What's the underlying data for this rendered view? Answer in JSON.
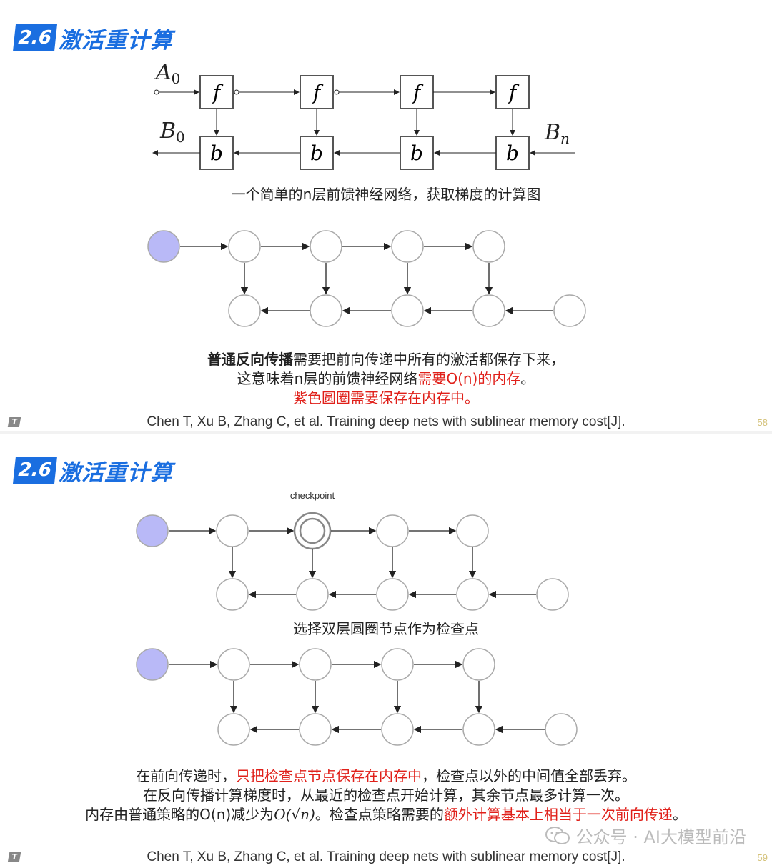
{
  "slide1": {
    "title_num": "2.6",
    "title_text": "激活重计算",
    "diagram_labels": {
      "a0": "A",
      "a0_sub": "0",
      "b0": "B",
      "b0_sub": "0",
      "bn": "B",
      "bn_sub": "n",
      "f": "f",
      "b": "b"
    },
    "caption": "一个简单的n层前馈神经网络，获取梯度的计算图",
    "line1_bold": "普通反向传播",
    "line1_rest": "需要把前向传递中所有的激活都保存下来，",
    "line2_plain": "这意味着n层的前馈神经网络",
    "line2_red": "需要O(n)的内存",
    "line2_end": "。",
    "line3_red": "紫色圆圈需要保存在内存中。",
    "citation": "Chen T, Xu B, Zhang C, et al. Training deep nets with sublinear memory cost[J].",
    "page": "58"
  },
  "slide2": {
    "title_num": "2.6",
    "title_text": "激活重计算",
    "checkpoint_label": "checkpoint",
    "caption": "选择双层圆圈节点作为检查点",
    "line1_a": "在前向传递时，",
    "line1_red": "只把检查点节点保存在内存中",
    "line1_b": "，检查点以外的中间值全部丢弃。",
    "line2": "在反向传播计算梯度时，从最近的检查点开始计算，其余节点最多计算一次。",
    "line3_a": "内存由普通策略的O(n)减少为",
    "line3_math": "O(√n)",
    "line3_b": "。检查点策略需要的",
    "line3_red": "额外计算基本上相当于一次前向传递",
    "line3_end": "。",
    "citation": "Chen T, Xu B, Zhang C, et al. Training deep nets with sublinear memory cost[J].",
    "page": "59"
  },
  "watermark": "公众号 · AI大模型前沿",
  "colors": {
    "accent": "#1a6ee0",
    "red": "#e0201a",
    "purple_node": "#b9b9f7"
  }
}
